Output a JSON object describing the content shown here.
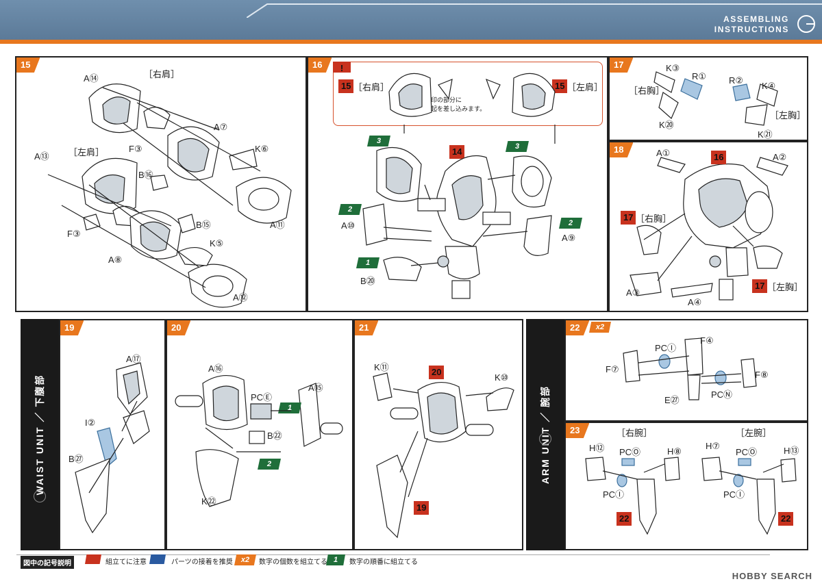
{
  "header": {
    "title_line1": "ASSEMBLING",
    "title_line2": "INSTRUCTIONS"
  },
  "steps": {
    "s15": {
      "num": "15",
      "labels": {
        "right_shoulder": "［右肩］",
        "left_shoulder": "［左肩］",
        "a14": "A⑭",
        "a7": "A⑦",
        "f3a": "F③",
        "b16": "B⑯",
        "k6": "K⑥",
        "a11": "A⑪",
        "a13": "A⑬",
        "f3b": "F③",
        "b15": "B⑮",
        "k5": "K⑤",
        "a8": "A⑧",
        "a12": "A⑫"
      }
    },
    "s16": {
      "num": "16",
      "callout": {
        "ref_right": "15",
        "right": "［右肩］",
        "ref_left": "15",
        "left": "［左肩］",
        "note_line1": "矢印の部分に",
        "note_line2": "突起を差し込みます。"
      },
      "labels": {
        "tag3a": "3",
        "tag3b": "3",
        "ref14": "14",
        "tag2a": "2",
        "tag2b": "2",
        "tag1": "1",
        "a10": "A⑩",
        "a9": "A⑨",
        "b20": "B⑳"
      }
    },
    "s17": {
      "num": "17",
      "labels": {
        "k3": "K③",
        "r1": "R①",
        "right_chest": "［右胸］",
        "k20": "K⑳",
        "r2": "R②",
        "k4": "K④",
        "left_chest": "［左胸］",
        "k21": "K㉑"
      }
    },
    "s18": {
      "num": "18",
      "labels": {
        "a1": "A①",
        "ref16": "16",
        "a2": "A②",
        "ref17a": "17",
        "right_chest": "［右胸］",
        "ref17b": "17",
        "left_chest": "［左胸］",
        "a3": "A③",
        "a4": "A④"
      }
    },
    "s19": {
      "num": "19",
      "labels": {
        "a17": "A⑰",
        "i2": "I②",
        "b27": "B㉗"
      }
    },
    "s20": {
      "num": "20",
      "labels": {
        "a16": "A⑯",
        "a15": "A⑮",
        "pce": "PCⒺ",
        "tag1": "1",
        "b22": "B㉒",
        "tag2": "2",
        "k22": "K㉒"
      }
    },
    "s21": {
      "num": "21",
      "labels": {
        "k11": "K⑪",
        "ref20": "20",
        "k10": "K⑩",
        "ref19": "19"
      }
    },
    "s22": {
      "num": "22",
      "labels": {
        "x2": "x2",
        "pci": "PCⒾ",
        "f4": "F④",
        "f7": "F⑦",
        "f8": "F⑧",
        "e27": "E㉗",
        "pcn": "PCⓃ"
      }
    },
    "s23": {
      "num": "23",
      "labels": {
        "right_arm": "［右腕］",
        "left_arm": "［左腕］",
        "h12": "H⑫",
        "pco1": "PCⓄ",
        "h8": "H⑧",
        "pci1": "PCⒾ",
        "ref22a": "22",
        "h7": "H⑦",
        "pco2": "PCⓄ",
        "h13": "H⑬",
        "pci2": "PCⒾ",
        "ref22b": "22"
      }
    }
  },
  "side_bars": {
    "waist": "WAIST UNIT ／ 下腹部",
    "arm": "ARM UNIT ／ 腕部"
  },
  "legend": {
    "title": "図中の記号説明",
    "item1": "組立てに注意",
    "item2": "パーツの接着を推奨",
    "item3_chip": "x2",
    "item3": "数字の個数を組立てる",
    "item4_chip": "1",
    "item4": "数字の順番に組立てる"
  },
  "watermark": "HOBBY SEARCH",
  "colors": {
    "accent": "#e8771e",
    "header": "#6583a1",
    "green": "#1f6e3a",
    "red": "#c8321e",
    "blue_part": "#a9c7e2"
  }
}
